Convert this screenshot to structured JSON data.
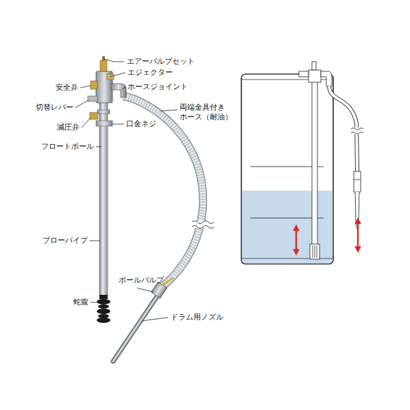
{
  "diagram": {
    "labels": [
      "エアーバルブセット",
      "エジェクター",
      "安全弁",
      "ホースジョイント",
      "切替レバー",
      "両端金具付き ホース（耐油）",
      "口金ネジ",
      "減圧弁",
      "フロートボール",
      "ブローパイプ",
      "ボールバルブ",
      "蛇腹",
      "ドラム用ノズル"
    ]
  }
}
